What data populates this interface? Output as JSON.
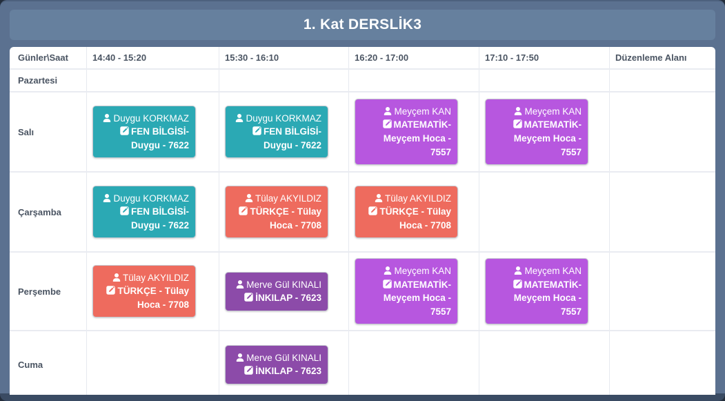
{
  "title": "1. Kat DERSLİK3",
  "colors": {
    "frame": "#5b7190",
    "banner": "#66809e",
    "bottom_bar": "#3a4b63",
    "fen": "#2BA9B4",
    "turkce": "#EE6B5E",
    "mat": "#B757DF",
    "inkilap": "#8C4BA9"
  },
  "table": {
    "headers": [
      "Günler\\Saat",
      "14:40 - 15:20",
      "15:30 - 16:10",
      "16:20 - 17:00",
      "17:10 - 17:50",
      "Düzenleme Alanı"
    ],
    "days": [
      {
        "name": "Pazartesi",
        "slots": [
          null,
          null,
          null,
          null,
          null
        ]
      },
      {
        "name": "Salı",
        "slots": [
          "fen",
          "fen",
          "mat",
          "mat",
          null
        ]
      },
      {
        "name": "Çarşamba",
        "slots": [
          "fen",
          "turkce",
          "turkce",
          null,
          null
        ]
      },
      {
        "name": "Perşembe",
        "slots": [
          "turkce",
          "inkilap",
          "mat",
          "mat",
          null
        ]
      },
      {
        "name": "Cuma",
        "slots": [
          null,
          "inkilap",
          null,
          null,
          null
        ]
      }
    ]
  },
  "lessons": {
    "fen": {
      "teacher": "Duygu KORKMAZ",
      "label": "FEN BİLGİSİ-Duygu - 7622",
      "color": "#2BA9B4"
    },
    "turkce": {
      "teacher": "Tülay AKYILDIZ",
      "label": "TÜRKÇE - Tülay Hoca - 7708",
      "color": "#EE6B5E"
    },
    "mat": {
      "teacher": "Meyçem KAN",
      "label": "MATEMATİK-Meyçem Hoca - 7557",
      "color": "#B757DF"
    },
    "inkilap": {
      "teacher": "Merve Gül KINALI",
      "label": "İNKILAP - 7623",
      "color": "#8C4BA9"
    }
  },
  "icons": {
    "teacher": "user-icon",
    "lesson": "edit-icon"
  }
}
